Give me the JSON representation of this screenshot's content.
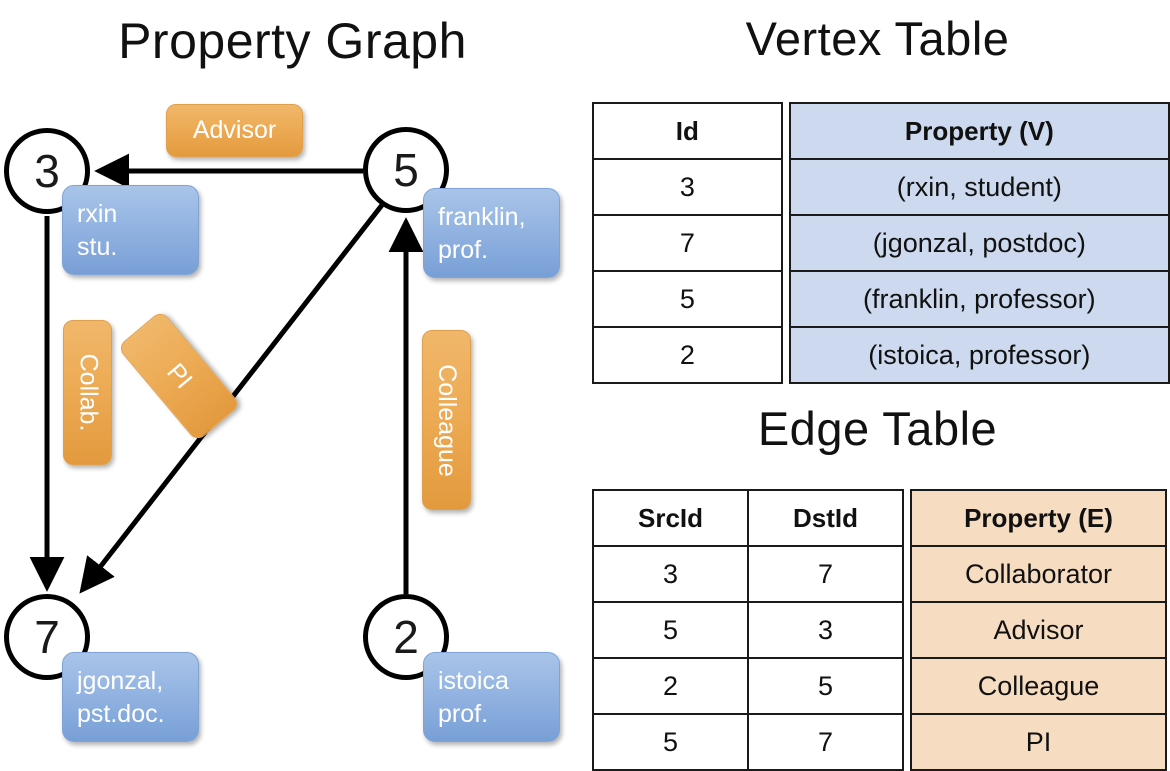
{
  "titles": {
    "property_graph": "Property Graph",
    "vertex_table": "Vertex Table",
    "edge_table": "Edge Table"
  },
  "graph": {
    "nodes": [
      {
        "id": "3",
        "label": "3",
        "property_line1": "rxin",
        "property_line2": "stu."
      },
      {
        "id": "5",
        "label": "5",
        "property_line1": "franklin,",
        "property_line2": "prof."
      },
      {
        "id": "7",
        "label": "7",
        "property_line1": "jgonzal,",
        "property_line2": "pst.doc."
      },
      {
        "id": "2",
        "label": "2",
        "property_line1": "istoica",
        "property_line2": "prof."
      }
    ],
    "edge_labels": {
      "advisor": "Advisor",
      "collab": "Collab.",
      "pi": "PI",
      "colleague": "Colleague"
    },
    "colors": {
      "vertex_box": "#93b4e2",
      "edge_box": "#edab55",
      "node_stroke": "#000000",
      "edge_stroke": "#000000"
    }
  },
  "vertex_table": {
    "headers": [
      "Id",
      "Property (V)"
    ],
    "rows": [
      {
        "id": "3",
        "property": "(rxin, student)"
      },
      {
        "id": "7",
        "property": "(jgonzal, postdoc)"
      },
      {
        "id": "5",
        "property": "(franklin, professor)"
      },
      {
        "id": "2",
        "property": "(istoica, professor)"
      }
    ],
    "property_cell_color": "#ccd9ee"
  },
  "edge_table": {
    "headers": [
      "SrcId",
      "DstId",
      "Property (E)"
    ],
    "rows": [
      {
        "src": "3",
        "dst": "7",
        "property": "Collaborator"
      },
      {
        "src": "5",
        "dst": "3",
        "property": "Advisor"
      },
      {
        "src": "2",
        "dst": "5",
        "property": "Colleague"
      },
      {
        "src": "5",
        "dst": "7",
        "property": "PI"
      }
    ],
    "property_cell_color": "#f6ddc2"
  },
  "chart_data": {
    "type": "diagram",
    "title": "Property Graph",
    "nodes": [
      "3",
      "7",
      "5",
      "2"
    ],
    "edges": [
      {
        "src": "3",
        "dst": "7",
        "label": "Collab."
      },
      {
        "src": "5",
        "dst": "3",
        "label": "Advisor"
      },
      {
        "src": "2",
        "dst": "5",
        "label": "Colleague"
      },
      {
        "src": "5",
        "dst": "7",
        "label": "PI"
      }
    ]
  }
}
